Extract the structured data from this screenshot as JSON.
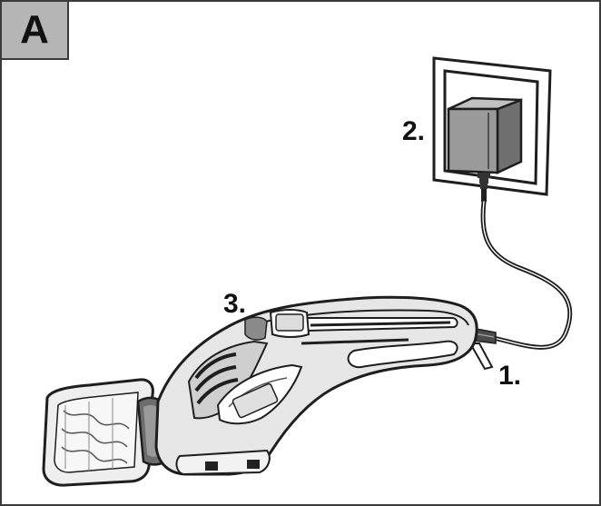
{
  "panel": {
    "label": "A"
  },
  "callouts": {
    "one": "1.",
    "two": "2.",
    "three": "3."
  },
  "icons": {
    "adapter": "wall-plug-adapter-icon",
    "tool": "cordless-shear-icon",
    "cable": "charging-cable-icon"
  },
  "colors": {
    "frame": "#3b3b3b",
    "tag_fill": "#b5b5b5",
    "adapter_fill": "#9a9a9a",
    "tool_body": "#e6e6e6",
    "tool_handle": "#f3f3f3",
    "blade_fill": "#eeeeee"
  }
}
